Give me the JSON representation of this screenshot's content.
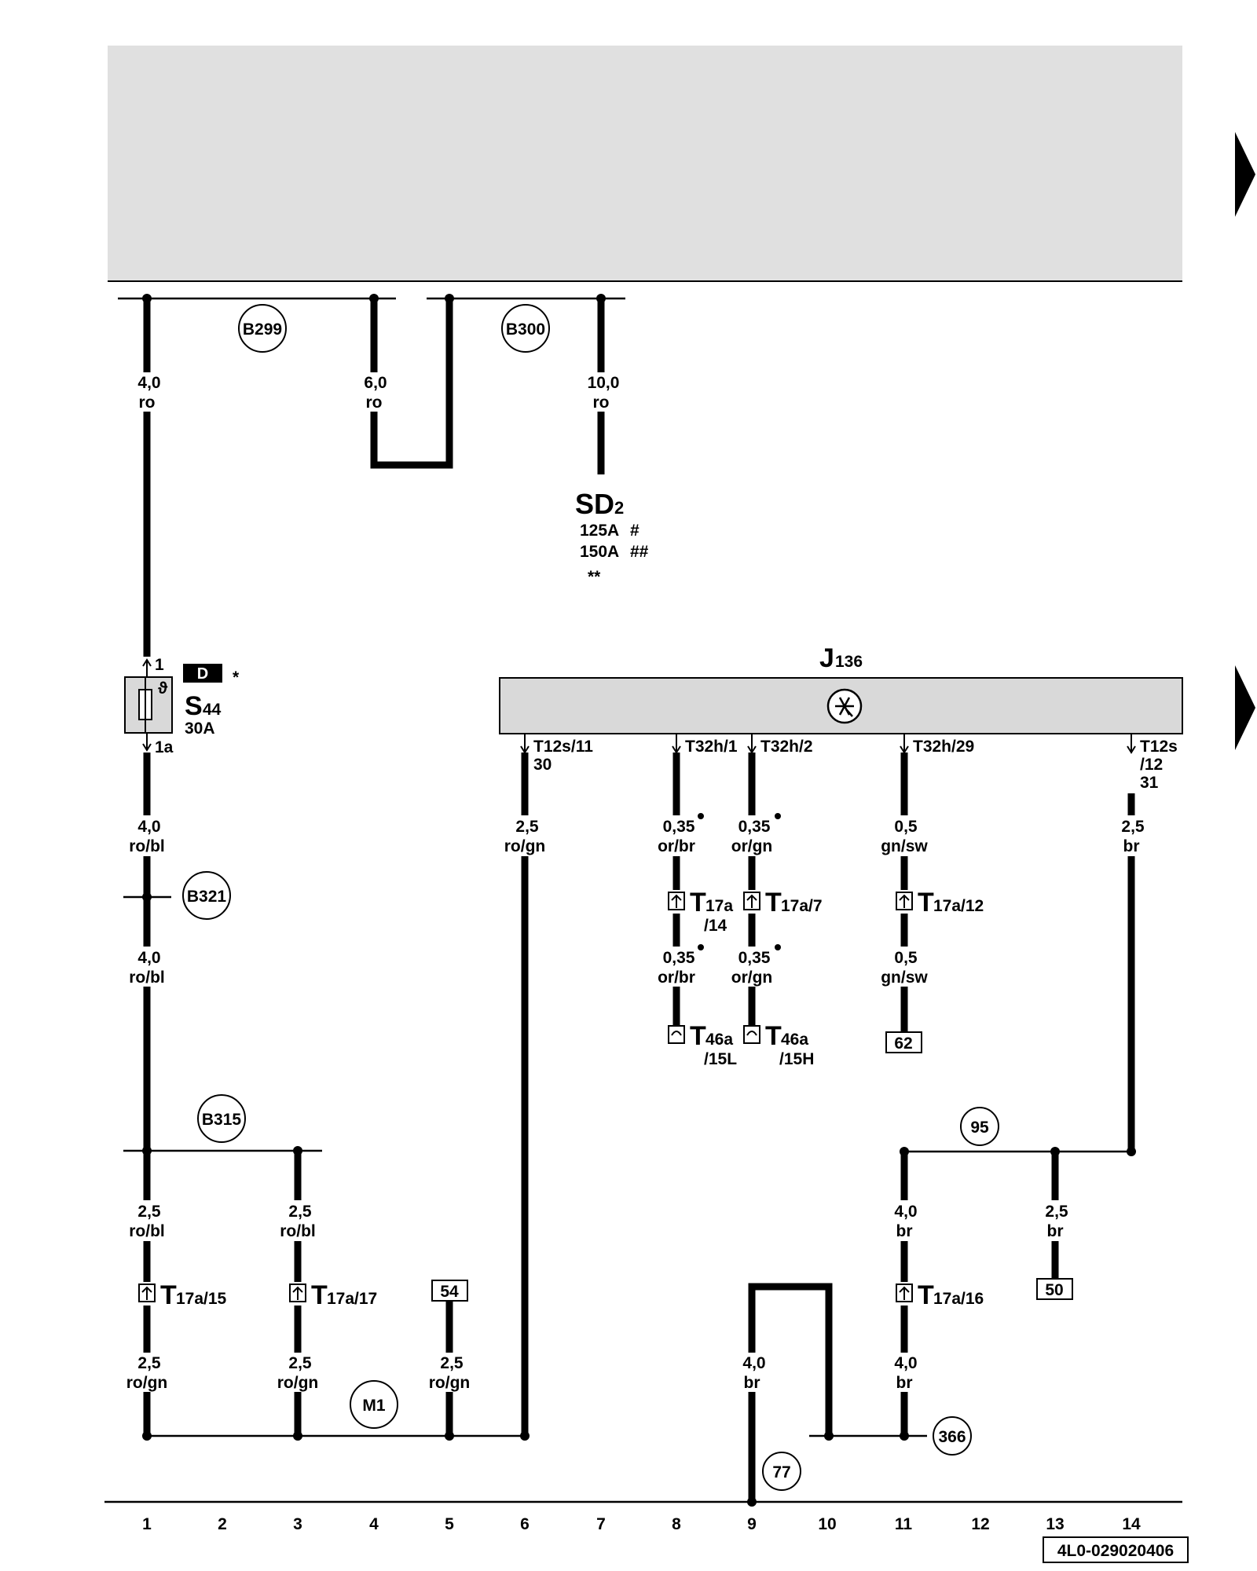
{
  "wire_labels": {
    "w1a": [
      "4,0",
      "ro"
    ],
    "w4": [
      "6,0",
      "ro"
    ],
    "w8": [
      "10,0",
      "ro"
    ],
    "w1b": [
      "4,0",
      "ro/bl"
    ],
    "w1c": [
      "4,0",
      "ro/bl"
    ],
    "w6": [
      "2,5",
      "ro/gn"
    ],
    "w8a": [
      "0,35",
      "or/br"
    ],
    "w9a": [
      "0,35",
      "or/gn"
    ],
    "w8b": [
      "0,35",
      "or/br"
    ],
    "w9b": [
      "0,35",
      "or/gn"
    ],
    "w11a": [
      "0,5",
      "gn/sw"
    ],
    "w11b": [
      "0,5",
      "gn/sw"
    ],
    "w14": [
      "2,5",
      "br"
    ],
    "w1d": [
      "2,5",
      "ro/bl"
    ],
    "w3a": [
      "2,5",
      "ro/bl"
    ],
    "w1e": [
      "2,5",
      "ro/gn"
    ],
    "w3b": [
      "2,5",
      "ro/gn"
    ],
    "w5": [
      "2,5",
      "ro/gn"
    ],
    "w11c": [
      "4,0",
      "br"
    ],
    "w13": [
      "2,5",
      "br"
    ],
    "w9c": [
      "4,0",
      "br"
    ],
    "w11d": [
      "4,0",
      "br"
    ]
  },
  "circles": {
    "B299": "B299",
    "B300": "B300",
    "B321": "B321",
    "B315": "B315",
    "M1": "M1",
    "c95": "95",
    "c366": "366",
    "c77": "77"
  },
  "boxes": {
    "b54": "54",
    "b62": "62",
    "b50": "50"
  },
  "fuse_sd2": {
    "name_main": "SD",
    "name_sub": "2",
    "rating1": "125A",
    "mark1": "#",
    "rating2": "150A",
    "mark2": "##",
    "note": "**"
  },
  "fuse_s44": {
    "name_main": "S",
    "name_sub": "44",
    "rating": "30A",
    "pin_in": "1",
    "pin_out": "1a",
    "badge": "D",
    "note": "*",
    "symbol": "ϑ"
  },
  "unit_j136": {
    "name_main": "J",
    "name_sub": "136"
  },
  "pins": {
    "t12s11": [
      "T12s/11",
      "30"
    ],
    "t32h1": [
      "T32h/1"
    ],
    "t32h2": [
      "T32h/2"
    ],
    "t32h29": [
      "T32h/29"
    ],
    "t12s12": [
      "T12s",
      "/12",
      "31"
    ]
  },
  "connectors": {
    "t17a14": [
      "T",
      "17a",
      "/14"
    ],
    "t17a7": [
      "T",
      "17a/7"
    ],
    "t17a12": [
      "T",
      "17a/12"
    ],
    "t46a15l": [
      "T",
      "46a",
      "/15L"
    ],
    "t46a15h": [
      "T",
      "46a",
      "/15H"
    ],
    "t17a15": [
      "T",
      "17a/15"
    ],
    "t17a17": [
      "T",
      "17a/17"
    ],
    "t17a16": [
      "T",
      "17a/16"
    ]
  },
  "track_numbers": [
    "1",
    "2",
    "3",
    "4",
    "5",
    "6",
    "7",
    "8",
    "9",
    "10",
    "11",
    "12",
    "13",
    "14"
  ],
  "doc_code": "4L0-029020406"
}
